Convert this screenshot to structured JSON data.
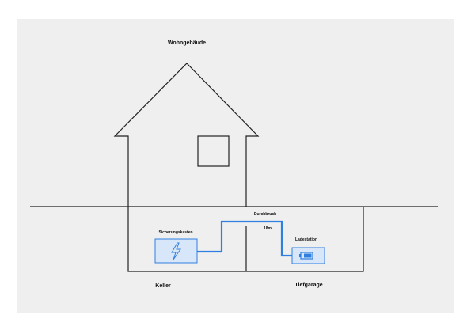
{
  "labels": {
    "building": "Wohngebäude",
    "fuse_box": "Sicherungskasten",
    "breakthrough": "Durchbruch",
    "distance": "18m",
    "charging_station": "Ladestation",
    "basement": "Keller",
    "garage": "Tiefgarage"
  },
  "icons": {
    "fuse_box_icon": "lightning-icon",
    "charging_station_icon": "battery-icon"
  },
  "colors": {
    "background": "#efefef",
    "line": "#222222",
    "cable": "#2f7fe0",
    "device_fill": "#d7e6f8"
  }
}
